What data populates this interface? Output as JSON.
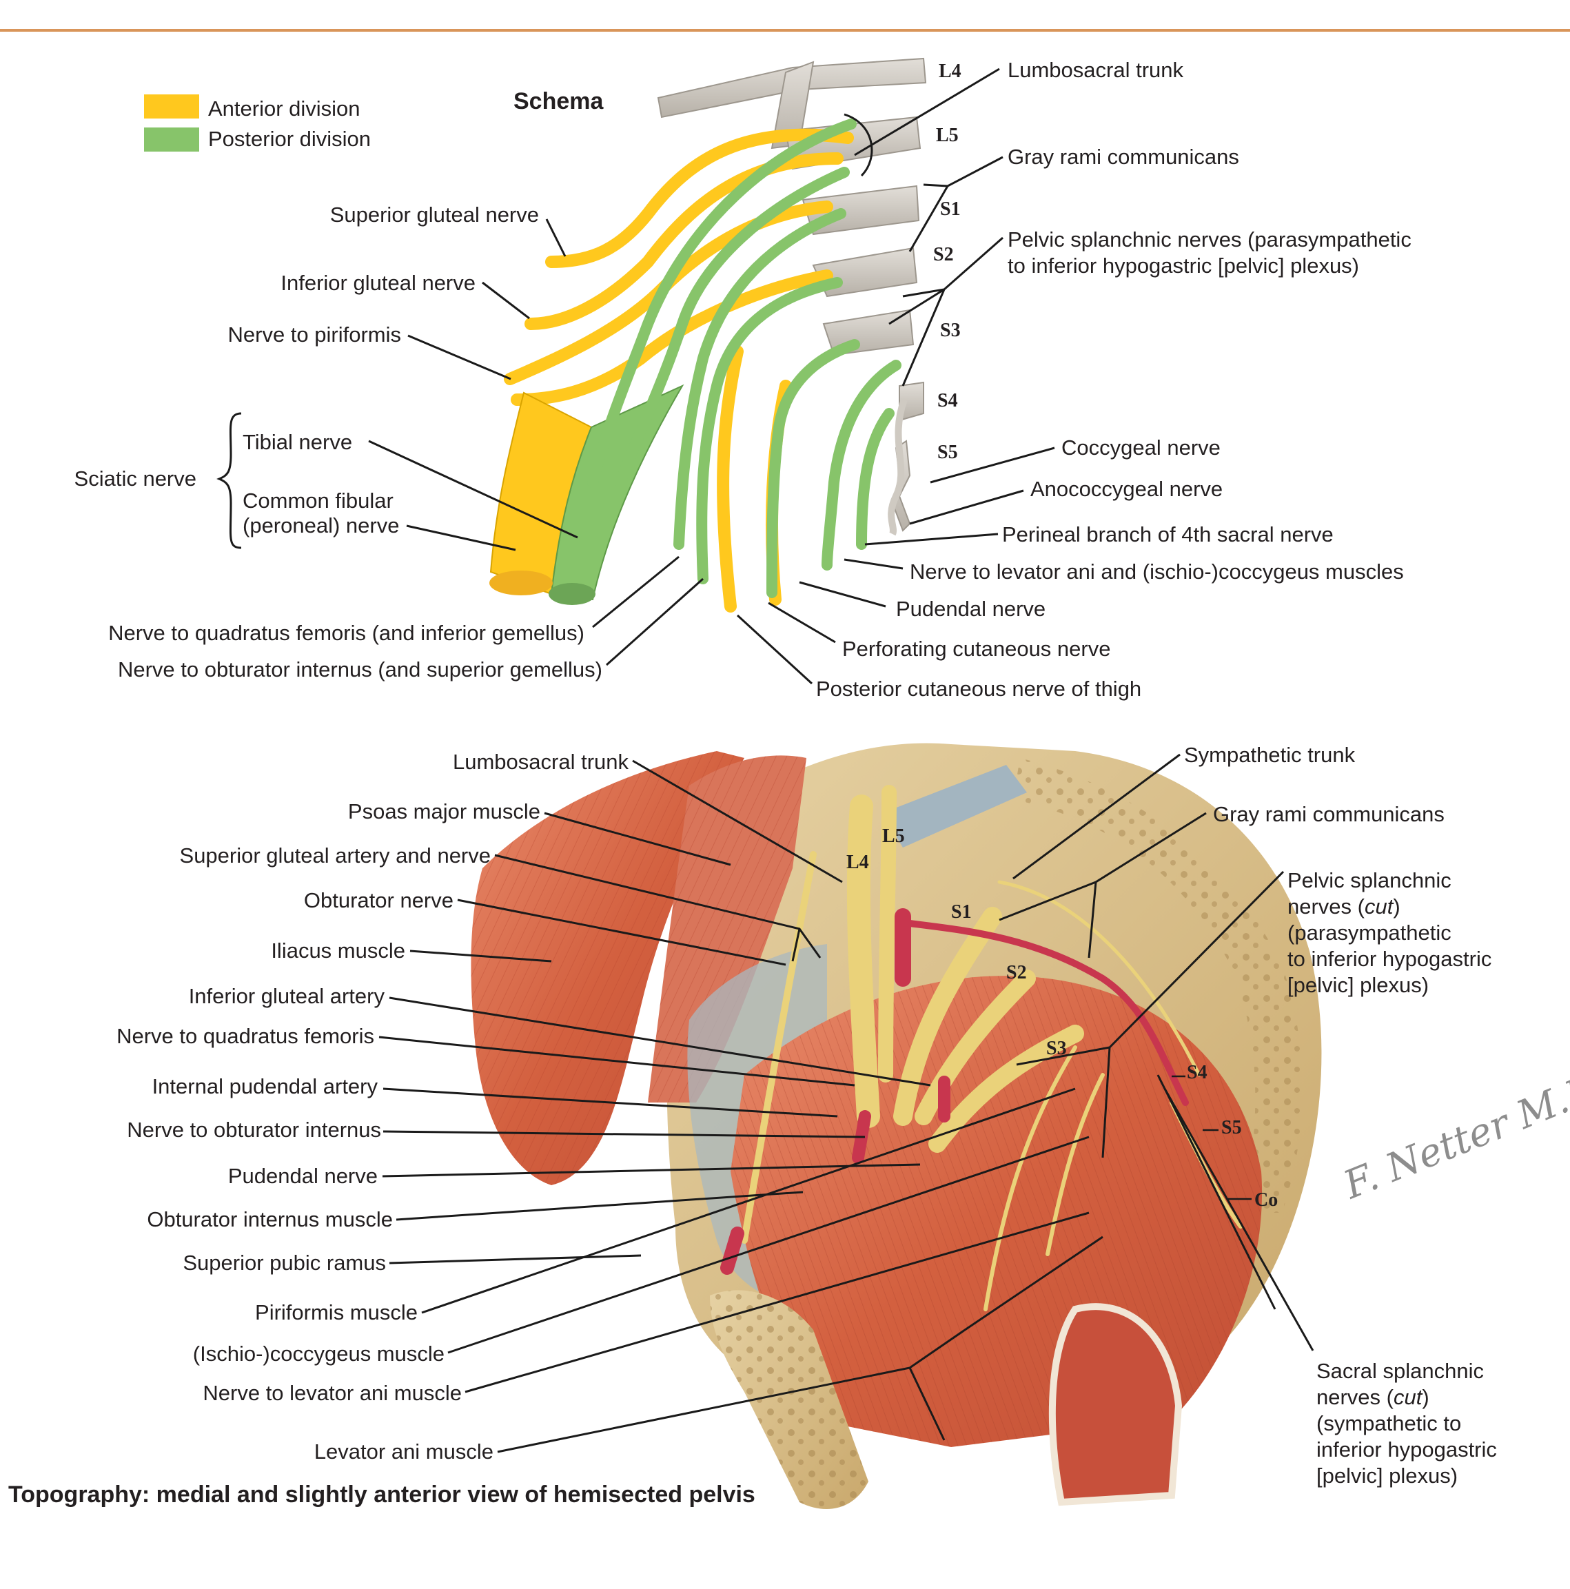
{
  "header": {
    "rule_color": "#d9955a"
  },
  "legend": {
    "items": [
      {
        "label": "Anterior division",
        "color": "#ffc81e"
      },
      {
        "label": "Posterior division",
        "color": "#87c46a"
      }
    ]
  },
  "schema": {
    "title": "Schema",
    "segments": [
      "L4",
      "L5",
      "S1",
      "S2",
      "S3",
      "S4",
      "S5"
    ],
    "labels_left": {
      "superior_gluteal_nerve": "Superior gluteal nerve",
      "inferior_gluteal_nerve": "Inferior gluteal nerve",
      "nerve_to_piriformis": "Nerve to piriformis",
      "sciatic_nerve": "Sciatic nerve",
      "tibial_nerve": "Tibial nerve",
      "common_fibular_line1": "Common fibular",
      "common_fibular_line2": "(peroneal) nerve",
      "nerve_to_quadratus_femoris": "Nerve to quadratus femoris (and inferior gemellus)",
      "nerve_to_obturator_internus": "Nerve to obturator internus (and superior gemellus)"
    },
    "labels_right": {
      "lumbosacral_trunk": "Lumbosacral trunk",
      "gray_rami_communicans": "Gray rami communicans",
      "pelvic_splanchnic_line1": "Pelvic splanchnic nerves (parasympathetic",
      "pelvic_splanchnic_line2": "to inferior hypogastric [pelvic] plexus)",
      "coccygeal_nerve": "Coccygeal nerve",
      "anococcygeal_nerve": "Anococcygeal nerve",
      "perineal_branch": "Perineal branch of 4th sacral nerve",
      "nerve_to_levator_ani_coccygeus": "Nerve to levator ani and (ischio-)coccygeus muscles",
      "pudendal_nerve": "Pudendal nerve",
      "perforating_cutaneous_nerve": "Perforating cutaneous nerve",
      "posterior_cutaneous_nerve_thigh": "Posterior cutaneous nerve of thigh"
    }
  },
  "topography": {
    "caption": "Topography: medial and slightly anterior view of hemisected pelvis",
    "segments": [
      "L5",
      "L4",
      "S1",
      "S2",
      "S3",
      "S4",
      "S5",
      "Co"
    ],
    "labels_left": [
      "Lumbosacral trunk",
      "Psoas major muscle",
      "Superior gluteal artery and nerve",
      "Obturator nerve",
      "Iliacus muscle",
      "Inferior gluteal artery",
      "Nerve to quadratus femoris",
      "Internal pudendal artery",
      "Nerve to obturator internus",
      "Pudendal nerve",
      "Obturator internus muscle",
      "Superior pubic ramus",
      "Piriformis muscle",
      "(Ischio-)coccygeus muscle",
      "Nerve to levator ani muscle",
      "Levator ani muscle"
    ],
    "labels_right": {
      "sympathetic_trunk": "Sympathetic trunk",
      "gray_rami_communicans": "Gray rami communicans",
      "pelvic_splanchnic": [
        "Pelvic splanchnic",
        "nerves (",
        "cut",
        ")",
        "(parasympathetic",
        "to inferior hypogastric",
        "[pelvic] plexus)"
      ],
      "sacral_splanchnic": [
        "Sacral splanchnic",
        "nerves (",
        "cut",
        ")",
        "(sympathetic to",
        "inferior hypogastric",
        "[pelvic] plexus)"
      ]
    },
    "signature": "F. Netter M.D."
  },
  "colors": {
    "anterior": "#ffc81e",
    "posterior": "#87c46a",
    "root_gray": "#cfcac2",
    "muscle": "#d9694c",
    "bone": "#d8bf8a",
    "artery": "#c8364e",
    "nerve_yellow": "#e8c84a"
  }
}
